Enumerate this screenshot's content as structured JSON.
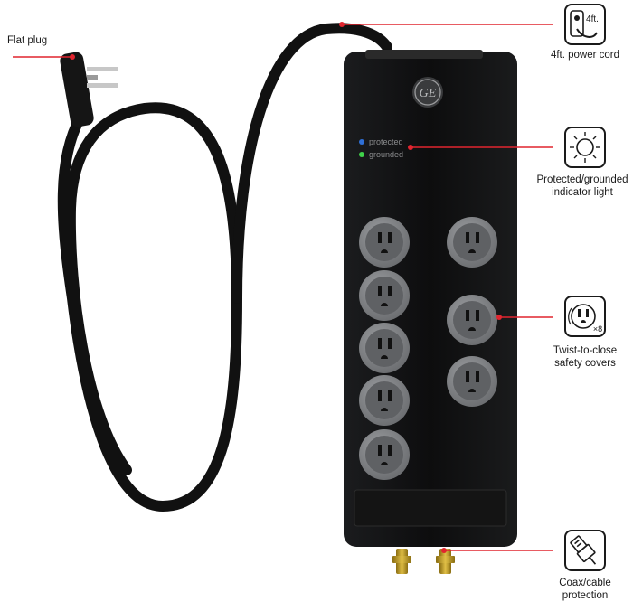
{
  "brand": {
    "logo_text": "GE"
  },
  "indicators": {
    "protected_label": "protected",
    "grounded_label": "grounded",
    "protected_color": "#2f6fd6",
    "grounded_color": "#3fd24a"
  },
  "callouts": {
    "flat_plug": "Flat plug",
    "power_cord": "4ft. power cord",
    "power_cord_icon_text": "4ft.",
    "indicator_line1": "Protected/grounded",
    "indicator_line2": "indicator light",
    "safety_line1": "Twist-to-close",
    "safety_line2": "safety covers",
    "safety_icon_text": "×8",
    "coax_line1": "Coax/cable",
    "coax_line2": "protection"
  },
  "colors": {
    "accent_red": "#e1252f",
    "strip_body": "#0f0f10",
    "outlet_gray": "#7d7f82",
    "coax_gold": "#c9a227"
  },
  "icons": [
    "power-cord-icon",
    "indicator-light-icon",
    "safety-cover-icon",
    "coax-cable-icon"
  ]
}
